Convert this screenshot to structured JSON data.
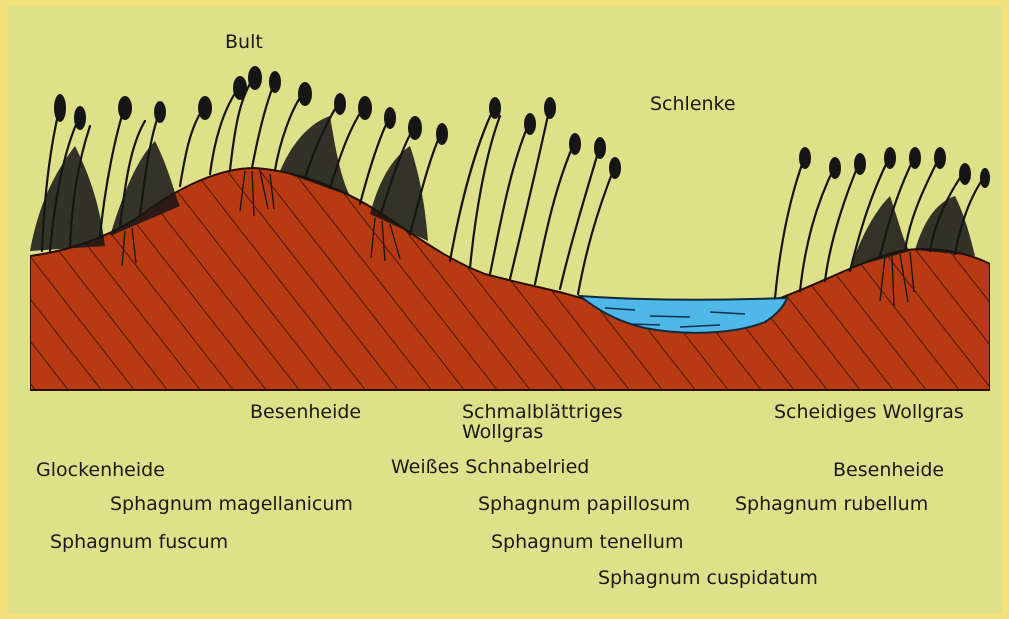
{
  "diagram": {
    "labels": {
      "bult": "Bult",
      "schlenke": "Schlenke",
      "besenheide_left": "Besenheide",
      "schmalblaettriges_line1": "Schmalblättriges",
      "schmalblaettriges_line2": "Wollgras",
      "scheidiges_wollgras": "Scheidiges Wollgras",
      "glockenheide": "Glockenheide",
      "weisses_schnabelried": "Weißes Schnabelried",
      "besenheide_right": "Besenheide",
      "sphagnum_magellanicum": "Sphagnum magellanicum",
      "sphagnum_papillosum": "Sphagnum papillosum",
      "sphagnum_rubellum": "Sphagnum rubellum",
      "sphagnum_fuscum": "Sphagnum fuscum",
      "sphagnum_tenellum": "Sphagnum tenellum",
      "sphagnum_cuspidatum": "Sphagnum cuspidatum"
    },
    "colors": {
      "background_outer": "#f3e27a",
      "background_inner": "#dfe08a",
      "soil": "#b83a12",
      "water": "#4fb8e8",
      "vegetation": "#151515"
    }
  }
}
